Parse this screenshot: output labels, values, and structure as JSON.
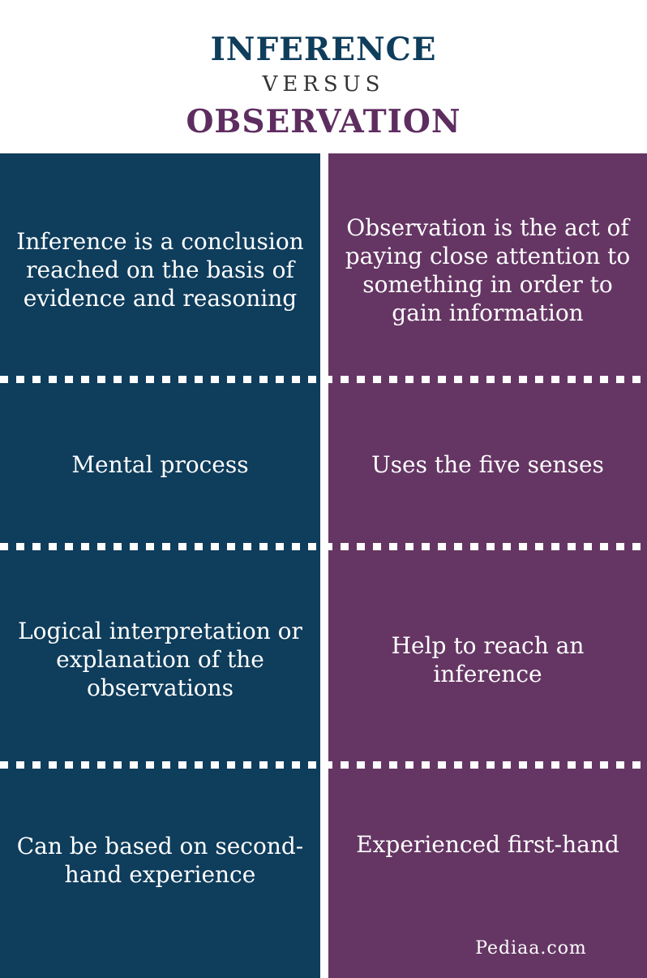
{
  "header": {
    "title_primary": "INFERENCE",
    "versus": "VERSUS",
    "title_secondary": "OBSERVATION"
  },
  "colors": {
    "inference": "#0f3d5c",
    "observation": "#653664",
    "divider": "#ffffff"
  },
  "rows": [
    {
      "inference": "Inference is a conclusion reached on the basis of evidence and reasoning",
      "observation": "Observation is the act of paying close attention to something in order to gain information"
    },
    {
      "inference": "Mental process",
      "observation": "Uses the five senses"
    },
    {
      "inference": "Logical interpretation or explanation of the observations",
      "observation": "Help to reach an inference"
    },
    {
      "inference": "Can be based on second-hand experience",
      "observation": "Experienced first-hand"
    }
  ],
  "footer": {
    "brand": "Pediaa.com"
  }
}
